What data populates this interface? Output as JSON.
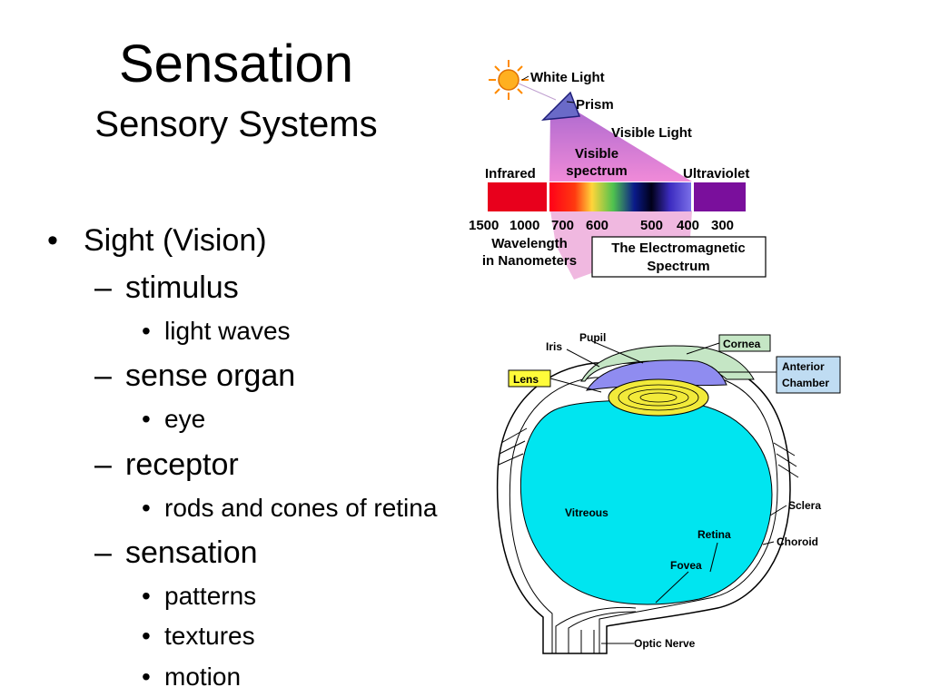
{
  "slide": {
    "title": "Sensation",
    "subtitle": "Sensory Systems",
    "bullets": [
      {
        "level": 1,
        "marker": "•",
        "text": "Sight (Vision)"
      },
      {
        "level": 2,
        "marker": "–",
        "text": "stimulus"
      },
      {
        "level": 3,
        "marker": "•",
        "text": "light waves"
      },
      {
        "level": 2,
        "marker": "–",
        "text": "sense organ"
      },
      {
        "level": 3,
        "marker": "•",
        "text": "eye"
      },
      {
        "level": 2,
        "marker": "–",
        "text": "receptor"
      },
      {
        "level": 3,
        "marker": "•",
        "text": "rods and cones of retina"
      },
      {
        "level": 2,
        "marker": "–",
        "text": "sensation"
      },
      {
        "level": 3,
        "marker": "•",
        "text": "patterns"
      },
      {
        "level": 3,
        "marker": "•",
        "text": "textures"
      },
      {
        "level": 3,
        "marker": "•",
        "text": "motion"
      }
    ]
  },
  "spectrum": {
    "white_light": "White Light",
    "prism": "Prism",
    "visible_light": "Visible Light",
    "visible_spectrum_1": "Visible",
    "visible_spectrum_2": "spectrum",
    "infrared": "Infrared",
    "ultraviolet": "Ultraviolet",
    "ticks": [
      "1500",
      "1000",
      "700",
      "600",
      "500",
      "400",
      "300"
    ],
    "axis_1": "Wavelength",
    "axis_2": "in Nanometers",
    "caption_1": "The Electromagnetic",
    "caption_2": "Spectrum",
    "colors": {
      "infrared": "#e8001c",
      "ultraviolet": "#7a0f9c",
      "beam": "#c77fd6",
      "sun": "#ffb020"
    }
  },
  "eye": {
    "pupil": "Pupil",
    "iris": "Iris",
    "cornea": "Cornea",
    "lens": "Lens",
    "anterior_1": "Anterior",
    "anterior_2": "Chamber",
    "vitreous": "Vitreous",
    "retina": "Retina",
    "sclera": "Sclera",
    "choroid": "Choroid",
    "fovea": "Fovea",
    "optic_nerve": "Optic Nerve",
    "colors": {
      "vitreous": "#00e5f0",
      "lens": "#f2ea3a",
      "cornea": "#c5e6c5",
      "anterior": "#8f8cf0",
      "label_blue": "#bfdcf2",
      "label_yellow": "#fffb3a"
    }
  }
}
